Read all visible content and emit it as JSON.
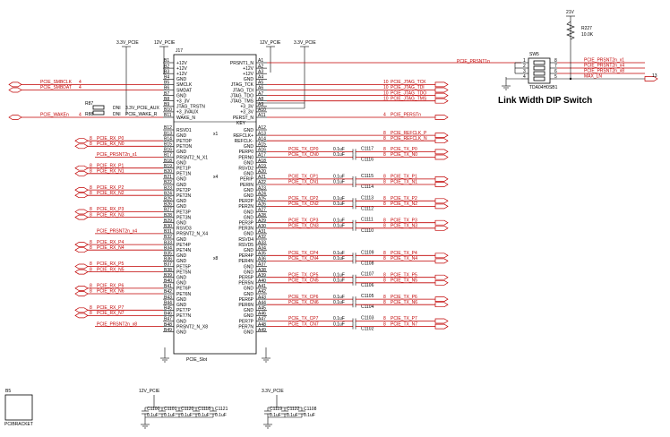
{
  "power": {
    "v33_a": "3.3V_PCIE",
    "v12_a": "12V_PCIE",
    "v12_b": "12V_PCIE",
    "v33_b": "3.3V_PCIE",
    "v21": "21V",
    "cap12": "12V_PCIE",
    "cap33": "3.3V_PCIE"
  },
  "connector": {
    "ref": "J17",
    "name": "PCIE_Slot",
    "key": "KEY",
    "gap_labels": [
      "x1",
      "x4",
      "x8"
    ],
    "left": [
      {
        "pin": "B1",
        "name": "+12V"
      },
      {
        "pin": "B2",
        "name": "+12V"
      },
      {
        "pin": "B3",
        "name": "+12V"
      },
      {
        "pin": "B4",
        "name": "GND"
      },
      {
        "pin": "B5",
        "name": "SMCLK"
      },
      {
        "pin": "B6",
        "name": "SMDAT"
      },
      {
        "pin": "B7",
        "name": "GND"
      },
      {
        "pin": "B8",
        "name": "+3_3V"
      },
      {
        "pin": "B9",
        "name": "JTAG_TRSTN"
      },
      {
        "pin": "B10",
        "name": "+3_3VAUX"
      },
      {
        "pin": "B11",
        "name": "WAKE_N"
      },
      {
        "pin": "B12",
        "name": "RSVD1"
      },
      {
        "pin": "B13",
        "name": "GND"
      },
      {
        "pin": "B14",
        "name": "PETOP"
      },
      {
        "pin": "B15",
        "name": "PETON"
      },
      {
        "pin": "B16",
        "name": "GND"
      },
      {
        "pin": "B17",
        "name": "PRSNT2_N_X1"
      },
      {
        "pin": "B18",
        "name": "GND"
      },
      {
        "pin": "B19",
        "name": "PET1P"
      },
      {
        "pin": "B20",
        "name": "PET1N"
      },
      {
        "pin": "B21",
        "name": "GND"
      },
      {
        "pin": "B22",
        "name": "GND"
      },
      {
        "pin": "B23",
        "name": "PET2P"
      },
      {
        "pin": "B24",
        "name": "PET2N"
      },
      {
        "pin": "B25",
        "name": "GND"
      },
      {
        "pin": "B26",
        "name": "GND"
      },
      {
        "pin": "B27",
        "name": "PET3P"
      },
      {
        "pin": "B28",
        "name": "PET3N"
      },
      {
        "pin": "B29",
        "name": "GND"
      },
      {
        "pin": "B30",
        "name": "RSVD3"
      },
      {
        "pin": "B31",
        "name": "PRSNT2_N_X4"
      },
      {
        "pin": "B32",
        "name": "GND"
      },
      {
        "pin": "B33",
        "name": "PET4P"
      },
      {
        "pin": "B34",
        "name": "PET4N"
      },
      {
        "pin": "B35",
        "name": "GND"
      },
      {
        "pin": "B36",
        "name": "GND"
      },
      {
        "pin": "B37",
        "name": "PET5P"
      },
      {
        "pin": "B38",
        "name": "PET5N"
      },
      {
        "pin": "B39",
        "name": "GND"
      },
      {
        "pin": "B40",
        "name": "GND"
      },
      {
        "pin": "B41",
        "name": "PET6P"
      },
      {
        "pin": "B42",
        "name": "PET6N"
      },
      {
        "pin": "B43",
        "name": "GND"
      },
      {
        "pin": "B44",
        "name": "GND"
      },
      {
        "pin": "B45",
        "name": "PET7P"
      },
      {
        "pin": "B46",
        "name": "PET7N"
      },
      {
        "pin": "B47",
        "name": "GND"
      },
      {
        "pin": "B48",
        "name": "PRSNT2_N_X8"
      },
      {
        "pin": "B49",
        "name": "GND"
      }
    ],
    "right": [
      {
        "pin": "A1",
        "name": "PRSNT1_N"
      },
      {
        "pin": "A2",
        "name": "+12V"
      },
      {
        "pin": "A3",
        "name": "+12V"
      },
      {
        "pin": "A4",
        "name": "GND"
      },
      {
        "pin": "A5",
        "name": "JTAG_TCK"
      },
      {
        "pin": "A6",
        "name": "JTAG_TDI"
      },
      {
        "pin": "A7",
        "name": "JTAG_TDO"
      },
      {
        "pin": "A8",
        "name": "JTAG_TMS"
      },
      {
        "pin": "A9",
        "name": "+3_3V"
      },
      {
        "pin": "A10",
        "name": "+3_3V"
      },
      {
        "pin": "A11",
        "name": "PERST_N"
      },
      {
        "pin": "A12",
        "name": "GND"
      },
      {
        "pin": "A13",
        "name": "REFCLK+"
      },
      {
        "pin": "A14",
        "name": "REFCLK-"
      },
      {
        "pin": "A15",
        "name": "GND"
      },
      {
        "pin": "A16",
        "name": "PERP0"
      },
      {
        "pin": "A17",
        "name": "PERN0"
      },
      {
        "pin": "A18",
        "name": "GND"
      },
      {
        "pin": "A19",
        "name": "RSVD2"
      },
      {
        "pin": "A20",
        "name": "GND"
      },
      {
        "pin": "A21",
        "name": "PERIP"
      },
      {
        "pin": "A22",
        "name": "PERIN"
      },
      {
        "pin": "A23",
        "name": "GND"
      },
      {
        "pin": "A24",
        "name": "GND"
      },
      {
        "pin": "A25",
        "name": "PER2P"
      },
      {
        "pin": "A26",
        "name": "PER2N"
      },
      {
        "pin": "A27",
        "name": "GND"
      },
      {
        "pin": "A28",
        "name": "GND"
      },
      {
        "pin": "A29",
        "name": "PER3P"
      },
      {
        "pin": "A30",
        "name": "PER3N"
      },
      {
        "pin": "A31",
        "name": "GND"
      },
      {
        "pin": "A32",
        "name": "RSVD4"
      },
      {
        "pin": "A33",
        "name": "RSVD5"
      },
      {
        "pin": "A34",
        "name": "GND"
      },
      {
        "pin": "A35",
        "name": "PER4P"
      },
      {
        "pin": "A36",
        "name": "PER4N"
      },
      {
        "pin": "A37",
        "name": "GND"
      },
      {
        "pin": "A38",
        "name": "GND"
      },
      {
        "pin": "A39",
        "name": "PER5P"
      },
      {
        "pin": "A40",
        "name": "PER5N"
      },
      {
        "pin": "A41",
        "name": "GND"
      },
      {
        "pin": "A42",
        "name": "GND"
      },
      {
        "pin": "A43",
        "name": "PER6P"
      },
      {
        "pin": "A44",
        "name": "PER6N"
      },
      {
        "pin": "A45",
        "name": "GND"
      },
      {
        "pin": "A46",
        "name": "GND"
      },
      {
        "pin": "A47",
        "name": "PER7P"
      },
      {
        "pin": "A48",
        "name": "PER7N"
      },
      {
        "pin": "A49",
        "name": "GND"
      }
    ]
  },
  "left_ports": [
    {
      "label": "PCIE_SMBCLK",
      "num": "4",
      "pin": "B5"
    },
    {
      "label": "PCIE_SMBDAT",
      "num": "4",
      "pin": "B6"
    },
    {
      "label": "PCIE_WAKEn",
      "num": "4",
      "pin": "B11"
    }
  ],
  "aux_parts": {
    "r1_ref": "R87",
    "r1_net": "DNI",
    "r1_label": "3.3V_PCIE_AUX",
    "r2_ref": "R88",
    "r2_net": "DNI",
    "r2_label": "PCIE_WAKE_R"
  },
  "left_nets": [
    {
      "label": "PCIE_RX_P0",
      "num": "8",
      "pin": "B14"
    },
    {
      "label": "PCIE_RX_N0",
      "num": "8",
      "pin": "B15"
    },
    {
      "label": "PCIE_PRSNT2n_x1",
      "num": "",
      "pin": "B17"
    },
    {
      "label": "PCIE_RX_P1",
      "num": "8",
      "pin": "B19"
    },
    {
      "label": "PCIE_RX_N1",
      "num": "8",
      "pin": "B20"
    },
    {
      "label": "PCIE_RX_P2",
      "num": "8",
      "pin": "B23"
    },
    {
      "label": "PCIE_RX_N2",
      "num": "8",
      "pin": "B24"
    },
    {
      "label": "PCIE_RX_P3",
      "num": "8",
      "pin": "B27"
    },
    {
      "label": "PCIE_RX_N3",
      "num": "8",
      "pin": "B28"
    },
    {
      "label": "PCIE_PRSNT2n_x4",
      "num": "",
      "pin": "B31"
    },
    {
      "label": "PCIE_RX_P4",
      "num": "8",
      "pin": "B33"
    },
    {
      "label": "PCIE_RX_N4",
      "num": "8",
      "pin": "B34"
    },
    {
      "label": "PCIE_RX_P5",
      "num": "8",
      "pin": "B37"
    },
    {
      "label": "PCIE_RX_N5",
      "num": "8",
      "pin": "B38"
    },
    {
      "label": "PCIE_RX_P6",
      "num": "8",
      "pin": "B41"
    },
    {
      "label": "PCIE_RX_N6",
      "num": "8",
      "pin": "B42"
    },
    {
      "label": "PCIE_RX_P7",
      "num": "8",
      "pin": "B45"
    },
    {
      "label": "PCIE_RX_N7",
      "num": "8",
      "pin": "B46"
    },
    {
      "label": "PCIE_PRSNT2n_x8",
      "num": "",
      "pin": "B48"
    }
  ],
  "jtag": [
    {
      "label": "PCIE_JTAG_TCK",
      "num": "10",
      "pin": "A5"
    },
    {
      "label": "PCIE_JTAG_TDI",
      "num": "10",
      "pin": "A6"
    },
    {
      "label": "PCIE_JTAG_TDO",
      "num": "10",
      "pin": "A7"
    },
    {
      "label": "PCIE_JTAG_TMS",
      "num": "10",
      "pin": "A8"
    }
  ],
  "perst": {
    "label": "PCIE_PERSTn",
    "num": "4",
    "pin": "A11"
  },
  "refclk": [
    {
      "label": "PCIE_REFCLK_P",
      "num": "8",
      "pin": "A13"
    },
    {
      "label": "PCIE_REFCLK_N",
      "num": "8",
      "pin": "A14"
    }
  ],
  "tx_caps": [
    {
      "pin": "A16",
      "net": "PCIE_TX_CP0",
      "cap": "0.1uF",
      "ref": "C1117",
      "out": "PCIE_TX_P0",
      "num": "8"
    },
    {
      "pin": "A17",
      "net": "PCIE_TX_CN0",
      "cap": "0.1uF",
      "ref": "C1116",
      "out": "PCIE_TX_N0",
      "num": "8"
    },
    {
      "pin": "A21",
      "net": "PCIE_TX_CP1",
      "cap": "0.1uF",
      "ref": "C1115",
      "out": "PCIE_TX_P1",
      "num": "8"
    },
    {
      "pin": "A22",
      "net": "PCIE_TX_CN1",
      "cap": "0.1uF",
      "ref": "C1114",
      "out": "PCIE_TX_N1",
      "num": "8"
    },
    {
      "pin": "A25",
      "net": "PCIE_TX_CP2",
      "cap": "0.1uF",
      "ref": "C1113",
      "out": "PCIE_TX_P2",
      "num": "8"
    },
    {
      "pin": "A26",
      "net": "PCIE_TX_CN2",
      "cap": "0.1uF",
      "ref": "C1112",
      "out": "PCIE_TX_N2",
      "num": "8"
    },
    {
      "pin": "A29",
      "net": "PCIE_TX_CP3",
      "cap": "0.1uF",
      "ref": "C1111",
      "out": "PCIE_TX_P3",
      "num": "8"
    },
    {
      "pin": "A30",
      "net": "PCIE_TX_CN3",
      "cap": "0.1uF",
      "ref": "C1110",
      "out": "PCIE_TX_N3",
      "num": "8"
    },
    {
      "pin": "A35",
      "net": "PCIE_TX_CP4",
      "cap": "0.1uF",
      "ref": "C1109",
      "out": "PCIE_TX_P4",
      "num": "8"
    },
    {
      "pin": "A36",
      "net": "PCIE_TX_CN4",
      "cap": "0.1uF",
      "ref": "C1108",
      "out": "PCIE_TX_N4",
      "num": "8"
    },
    {
      "pin": "A39",
      "net": "PCIE_TX_CP5",
      "cap": "0.1uF",
      "ref": "C1107",
      "out": "PCIE_TX_P5",
      "num": "8"
    },
    {
      "pin": "A40",
      "net": "PCIE_TX_CN5",
      "cap": "0.1uF",
      "ref": "C1106",
      "out": "PCIE_TX_N5",
      "num": "8"
    },
    {
      "pin": "A43",
      "net": "PCIE_TX_CP6",
      "cap": "0.1uF",
      "ref": "C1105",
      "out": "PCIE_TX_P6",
      "num": "8"
    },
    {
      "pin": "A44",
      "net": "PCIE_TX_CN6",
      "cap": "0.1uF",
      "ref": "C1104",
      "out": "PCIE_TX_N6",
      "num": "8"
    },
    {
      "pin": "A47",
      "net": "PCIE_TX_CP7",
      "cap": "0.1uF",
      "ref": "C1103",
      "out": "PCIE_TX_P7",
      "num": "8"
    },
    {
      "pin": "A48",
      "net": "PCIE_TX_CN7",
      "cap": "0.1uF",
      "ref": "C1102",
      "out": "PCIE_TX_N7",
      "num": "8"
    }
  ],
  "dip": {
    "ref": "SW5",
    "part": "TDA04H0SB1",
    "title": "Link Width DIP Switch",
    "left_pins": [
      "1",
      "2",
      "3",
      "4"
    ],
    "right_pins": [
      "8",
      "7",
      "6",
      "5"
    ],
    "in_label": "PCIE_PRSNT1n",
    "out_labels": [
      "PCIE_PRSNT2n_x1",
      "PCIE_PRSNT2n_x4",
      "PCIE_PRSNT2n_x8",
      "MAX_LN"
    ],
    "out_num": "13",
    "r_ref": "R227",
    "r_val": "10.0K"
  },
  "bracket": {
    "ref": "B5",
    "label": "PCIBRACKET"
  },
  "decap12": [
    {
      "ref": "C1100",
      "val": "0.1uF"
    },
    {
      "ref": "C1101",
      "val": "0.1uF"
    },
    {
      "ref": "C1120",
      "val": "0.1uF"
    },
    {
      "ref": "C1118",
      "val": "0.1uF"
    },
    {
      "ref": "C1121",
      "val": "0.1uF"
    }
  ],
  "decap33": [
    {
      "ref": "C1119",
      "val": "0.1uF"
    },
    {
      "ref": "C1122",
      "val": "0.1uF"
    },
    {
      "ref": "C1108",
      "val": "0.1uF"
    }
  ]
}
